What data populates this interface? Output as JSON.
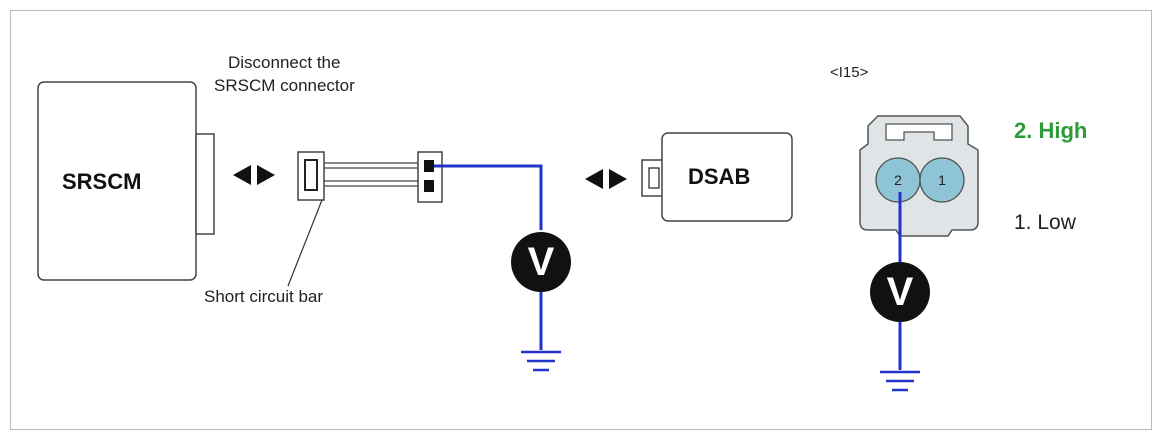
{
  "diagram": {
    "srscm_label": "SRSCM",
    "dsab_label": "DSAB",
    "disconnect_note": [
      "Disconnect the",
      "SRSCM connector"
    ],
    "short_bar_label": "Short circuit bar",
    "connector_id": "<I15>",
    "pin_high_label": "2. High",
    "pin_low_label": "1. Low",
    "pin_2": "2",
    "pin_1": "1",
    "meter_symbol": "V",
    "colors": {
      "wire": "#2233cc",
      "high_text": "#2e9a3a",
      "connector_fill": "#8fc4d6",
      "meter": "#111111"
    }
  }
}
